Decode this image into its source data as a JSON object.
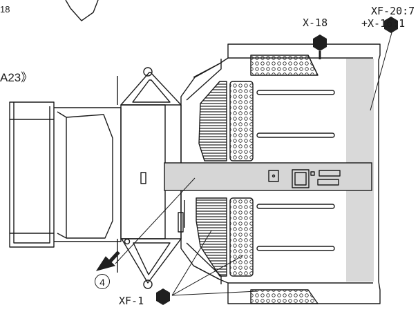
{
  "labels": {
    "corner_number": "18",
    "reference_mark": "A23》",
    "part_x18": "X-18",
    "part_xf20": "XF-20:7",
    "part_x16": "+X-16:1",
    "part_xf1": "XF-1",
    "step_number": "4"
  },
  "colors": {
    "line": "#1a1a1a",
    "paint_gray": "#d6d6d6",
    "paint_dark": "#1f1f1f",
    "background": "#ffffff"
  },
  "icons": [
    "paint-marker-icon",
    "step-circle-icon",
    "pointer-arrow-icon"
  ]
}
